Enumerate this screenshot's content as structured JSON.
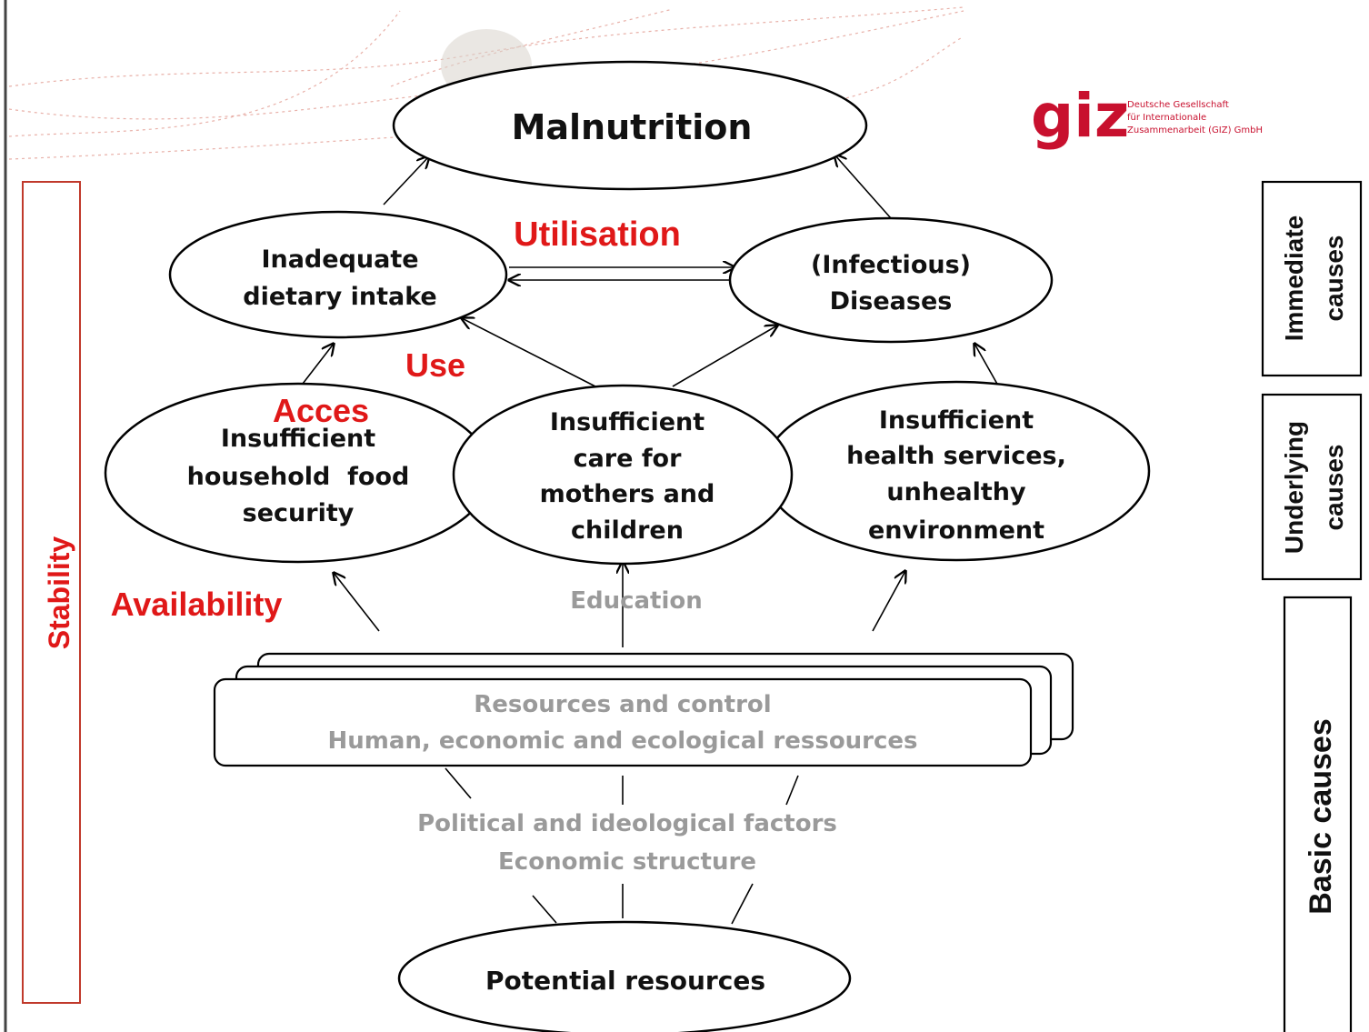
{
  "nodes": {
    "malnutrition": "Malnutrition",
    "dietary": [
      "Inadequate",
      "dietary intake"
    ],
    "diseases": [
      "(Infectious)",
      "Diseases"
    ],
    "food_security": [
      "Insufficient",
      "household  food",
      "security"
    ],
    "care": [
      "Insufficient",
      "care for",
      "mothers and",
      "children"
    ],
    "health": [
      "Insufficient",
      "health services,",
      "unhealthy",
      "environment"
    ],
    "potential": "Potential resources"
  },
  "pillars": {
    "utilisation": "Utilisation",
    "use": "Use",
    "acces": "Acces",
    "availability": "Availability",
    "stability": "Stability"
  },
  "basic": {
    "education": "Education",
    "resources_line1": "Resources and control",
    "resources_line2": "Human, economic and ecological ressources",
    "political": "Political and ideological factors",
    "economic": "Economic structure"
  },
  "side_labels": {
    "immediate": [
      "Immediate",
      "causes"
    ],
    "underlying": [
      "Underlying",
      "causes"
    ],
    "basic": "Basic causes"
  },
  "logo": {
    "wordmark": "giz",
    "lines": [
      "Deutsche Gesellschaft",
      "für Internationale",
      "Zusammenarbeit (GIZ) GmbH"
    ]
  },
  "colors": {
    "accent_red": "#e01818",
    "logo_red": "#c8102e",
    "muted_grey": "#9a9a9a"
  }
}
